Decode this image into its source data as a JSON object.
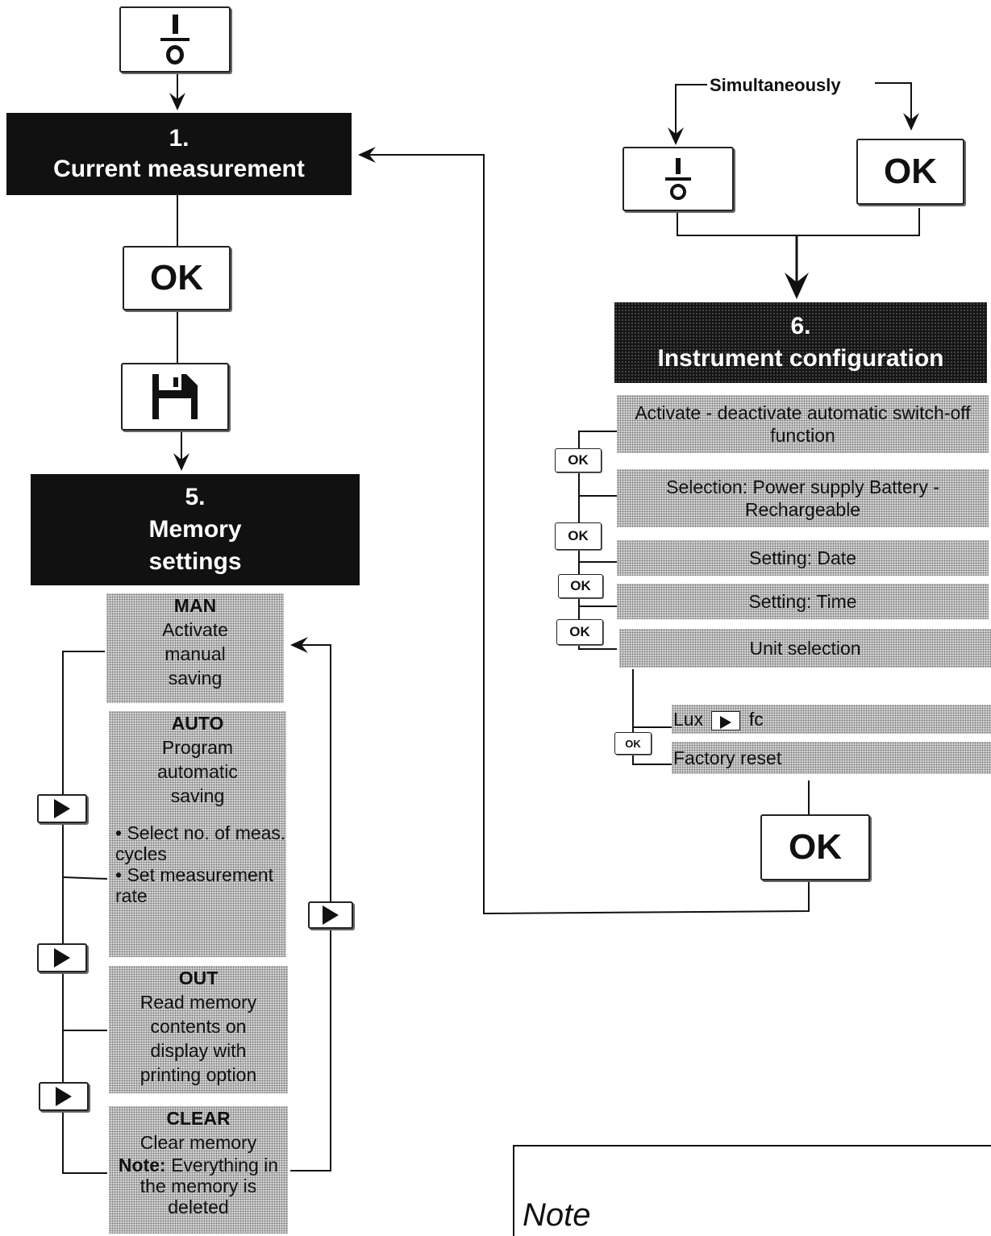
{
  "left": {
    "step1_number": "1.",
    "step1_title": "Current measurement",
    "ok_label": "OK",
    "step5_number": "5.",
    "step5_title_line1": "Memory",
    "step5_title_line2": "settings",
    "items": [
      {
        "head": "MAN",
        "lines": [
          "Activate",
          "manual",
          "saving"
        ]
      },
      {
        "head": "AUTO",
        "lines": [
          "Program",
          "automatic",
          "saving"
        ],
        "bullets": [
          "• Select no. of meas. cycles",
          "• Set measurement rate"
        ]
      },
      {
        "head": "OUT",
        "lines": [
          "Read memory",
          "contents on",
          "display with",
          "printing option"
        ]
      },
      {
        "head": "CLEAR",
        "lines": [
          "Clear memory"
        ],
        "note_label": "Note:",
        "note_text": " Everything in the memory is deleted"
      }
    ]
  },
  "right": {
    "simultaneously": "Simultaneously",
    "ok_label": "OK",
    "step6_number": "6.",
    "step6_title": "Instrument configuration",
    "config_items": [
      "Activate - deactivate automatic switch-off function",
      "Selection: Power supply Battery - Rechargeable",
      "Setting: Date",
      "Setting: Time",
      "Unit selection"
    ],
    "unit_lux": "Lux",
    "unit_fc": "fc",
    "factory_reset": "Factory reset",
    "ok_small": "OK",
    "note_title": "Note"
  }
}
